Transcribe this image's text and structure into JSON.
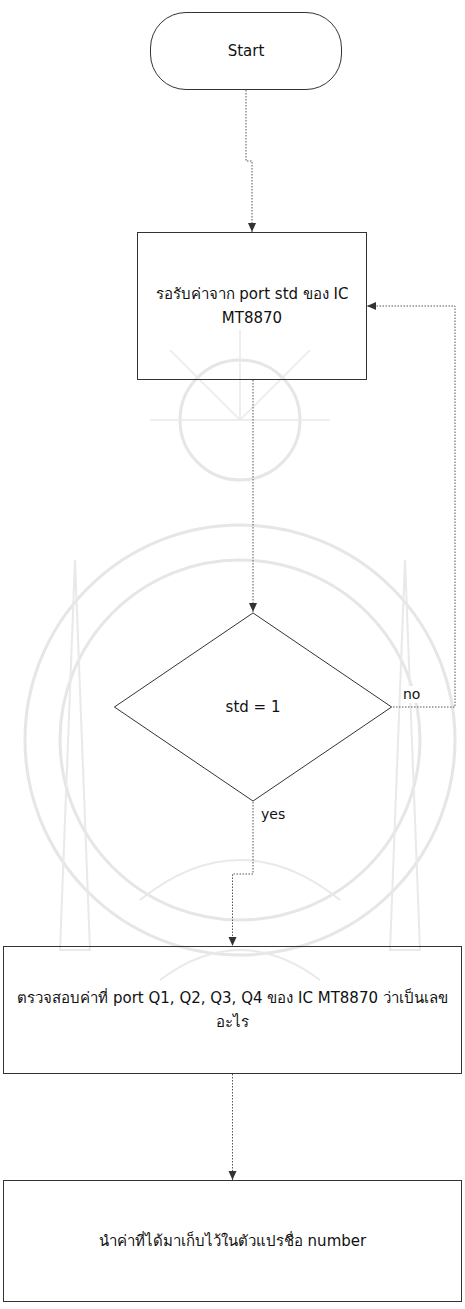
{
  "diagram": {
    "nodes": [
      {
        "text": [
          "Start"
        ]
      },
      {
        "text": [
          "รอรับค่าจาก port std ของ IC MT8870"
        ]
      },
      {
        "text": [
          "std = 1"
        ]
      },
      {
        "text": [
          "ตรวจสอบค่าที่ port Q1, Q2, Q3, Q4 ของ IC MT8870 ว่าเป็นเลขอะไร"
        ]
      },
      {
        "text": [
          "นำค่าที่ได้มาเก็บไว้ในตัวแปรชื่อ number"
        ]
      }
    ],
    "edges": [
      {
        "from": 0,
        "to": 1,
        "arrow": "to"
      },
      {
        "from": 1,
        "to": 2,
        "arrow": "to"
      },
      {
        "from": 2,
        "to": 3,
        "label": "yes",
        "arrow": "to"
      },
      {
        "from": 2,
        "to": 1,
        "label": "no",
        "arrow": "to"
      },
      {
        "from": 3,
        "to": 4,
        "arrow": "to"
      }
    ]
  }
}
